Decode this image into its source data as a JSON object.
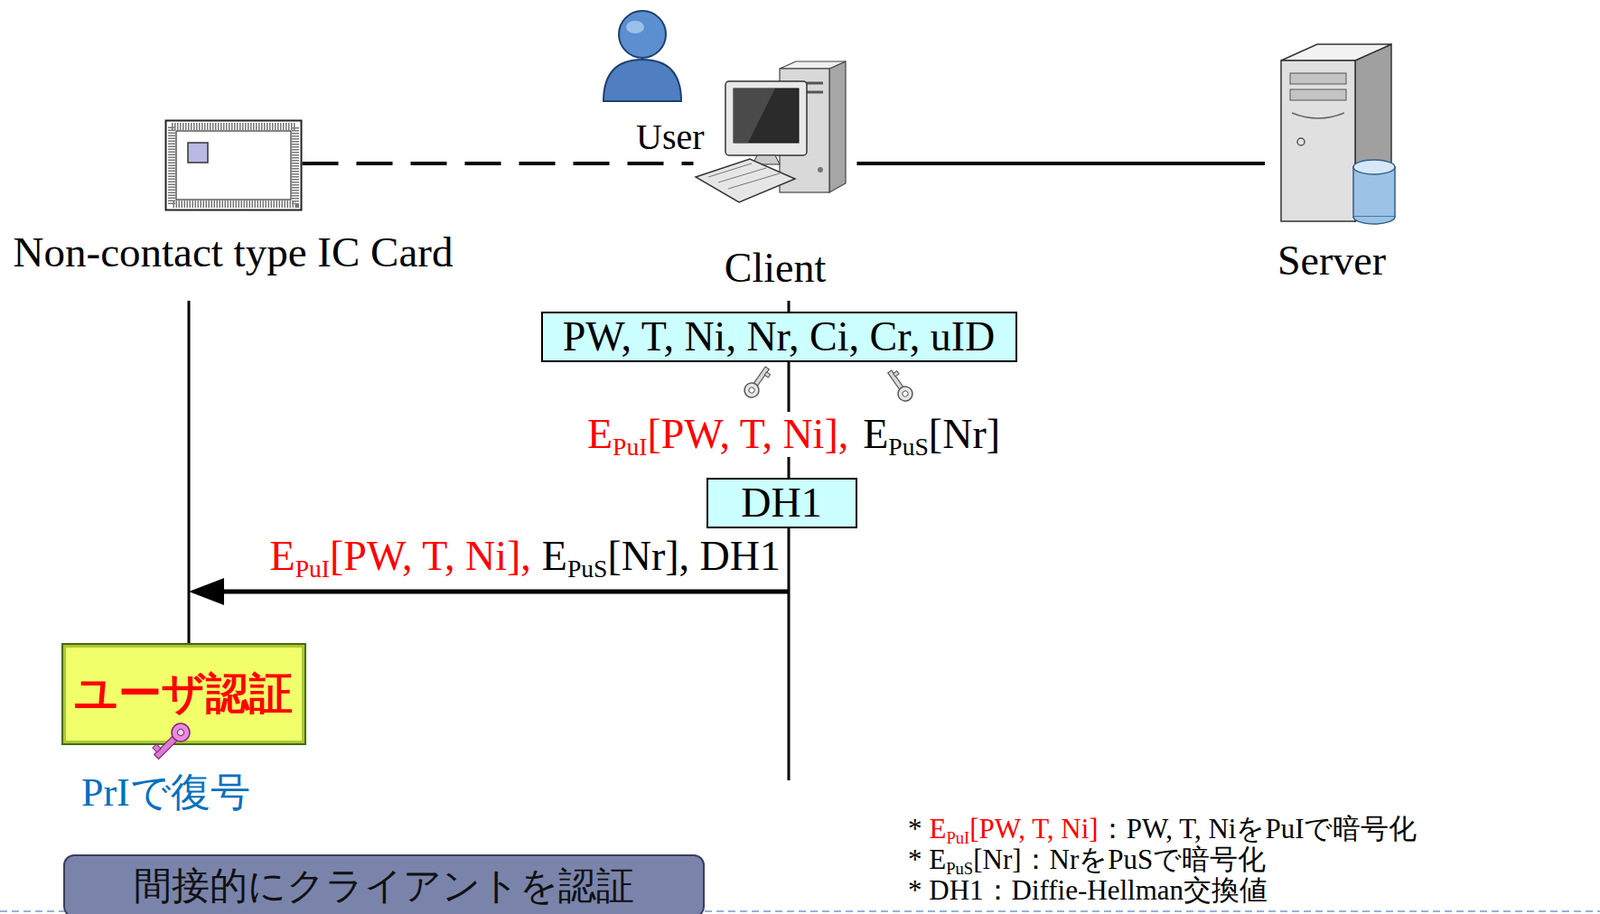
{
  "diagram": {
    "nodes": [
      {
        "text": [
          "Non-contact type IC Card"
        ]
      },
      {
        "text": [
          "Client"
        ]
      },
      {
        "text": [
          "Server"
        ]
      },
      {
        "text": [
          "PW, T, Ni, Nr, Ci, Cr, uID"
        ]
      },
      {
        "text": [
          "DH1"
        ]
      },
      {
        "text": [
          "ユーザ認証"
        ]
      },
      {
        "text": [
          "間接的にクライアントを認証"
        ]
      }
    ],
    "edges": [
      {
        "from": 0,
        "to": 1,
        "arrow": "none"
      },
      {
        "from": 1,
        "to": 2,
        "arrow": "none"
      }
    ],
    "labels": [
      "User",
      "EPuI[PW, T, Ni],",
      "EPuS[Nr]",
      "EPuI[PW, T, Ni],",
      "EPuS[Nr], DH1",
      "PrIで復号",
      "*",
      "EPuI[PW, T, Ni]",
      "：PW, T, NiをPuIで暗号化",
      "* EPuS[Nr]：NrをPuSで暗号化",
      "* DH1：Diffie-Hellman交換値"
    ]
  }
}
